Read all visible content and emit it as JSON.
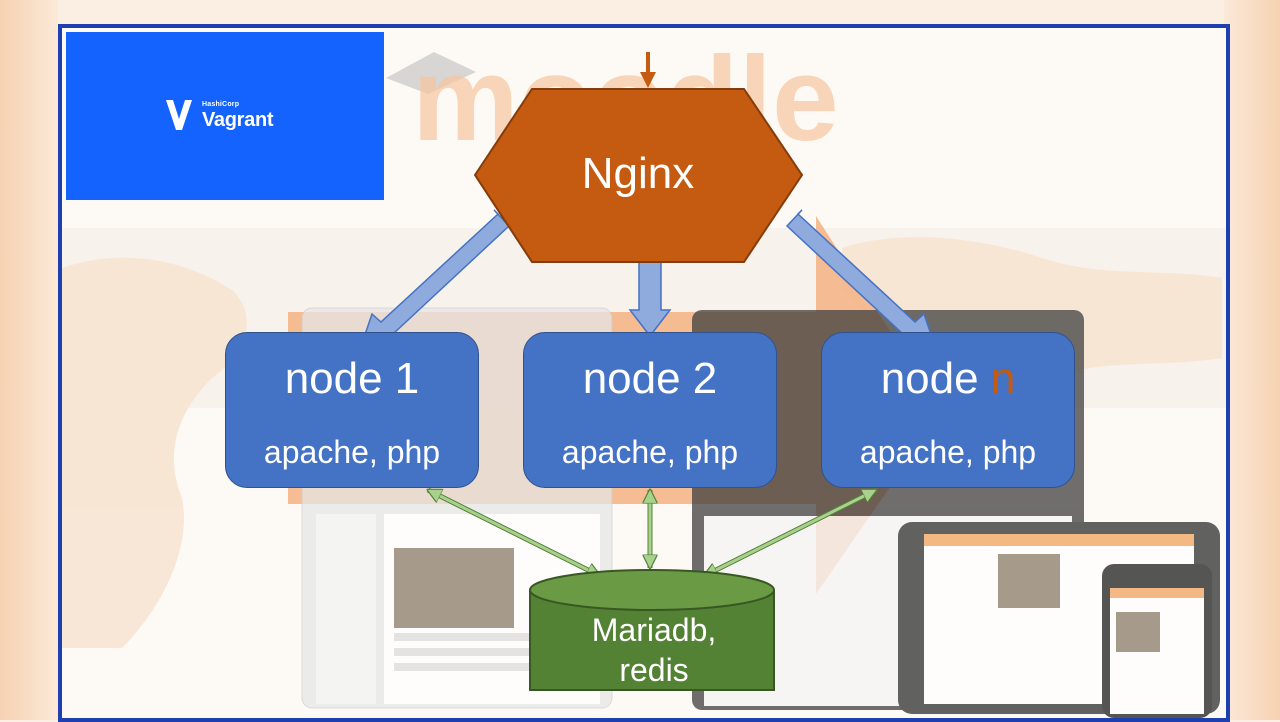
{
  "branding": {
    "vagrant_brand": "HashiCorp",
    "vagrant_product": "Vagrant",
    "vagrant_color": "#1563ff",
    "watermark_logo": "moodle-logo-icon"
  },
  "diagram": {
    "load_balancer": {
      "label": "Nginx",
      "color": "#c55a11"
    },
    "nodes": [
      {
        "title": "node 1",
        "accent": "",
        "subtitle": "apache, php"
      },
      {
        "title": "node 2",
        "accent": "",
        "subtitle": "apache, php"
      },
      {
        "title": "node ",
        "accent": "n",
        "subtitle": "apache, php"
      }
    ],
    "node_color": "#4472c4",
    "database": {
      "label_line1": "Mariadb,",
      "label_line2": "redis",
      "color": "#548235"
    },
    "edges": [
      {
        "from": "input",
        "to": "Nginx"
      },
      {
        "from": "Nginx",
        "to": "node 1"
      },
      {
        "from": "Nginx",
        "to": "node 2"
      },
      {
        "from": "Nginx",
        "to": "node n"
      },
      {
        "from": "node 1",
        "to": "Mariadb, redis",
        "bidirectional": true
      },
      {
        "from": "node 2",
        "to": "Mariadb, redis",
        "bidirectional": true
      },
      {
        "from": "node n",
        "to": "Mariadb, redis",
        "bidirectional": true
      }
    ]
  }
}
